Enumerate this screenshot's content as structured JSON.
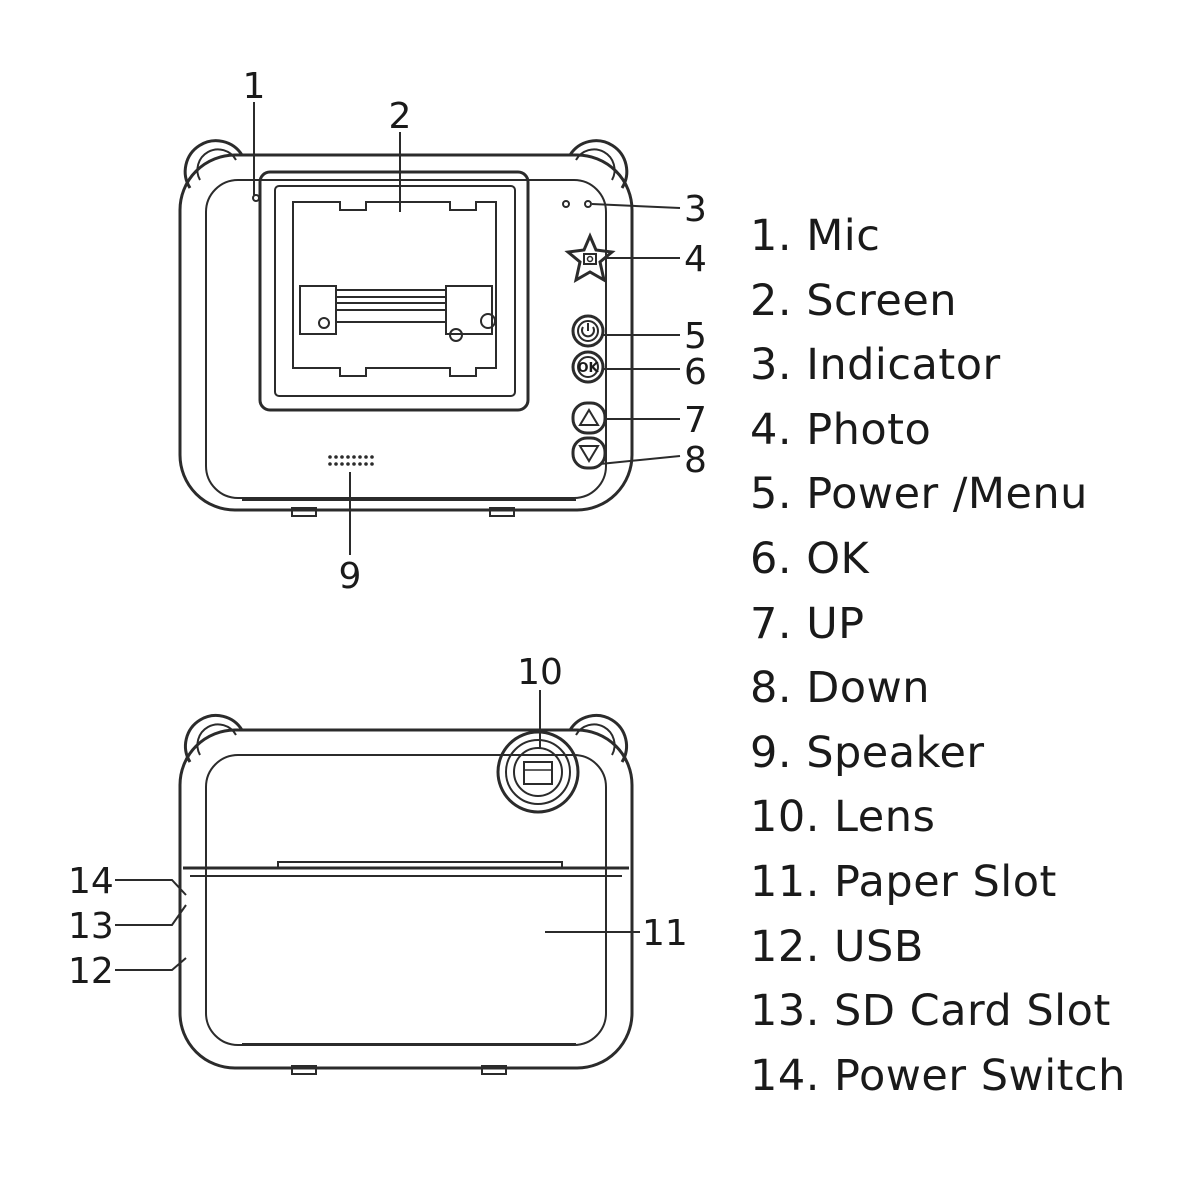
{
  "callouts": {
    "front": [
      "1",
      "2",
      "3",
      "4",
      "5",
      "6",
      "7",
      "8",
      "9"
    ],
    "back": [
      "10",
      "11",
      "12",
      "13",
      "14"
    ]
  },
  "legend": [
    "1. Mic",
    "2. Screen",
    "3. Indicator",
    "4. Photo",
    "5. Power /Menu",
    "6. OK",
    "7. UP",
    "8. Down",
    "9. Speaker",
    "10. Lens",
    "11.  Paper Slot",
    "12. USB",
    "13. SD Card Slot",
    "14. Power Switch"
  ],
  "button_glyphs": {
    "ok": "OK"
  },
  "colors": {
    "line": "#2b2b2b",
    "text": "#1a1a1a",
    "background": "#ffffff"
  }
}
